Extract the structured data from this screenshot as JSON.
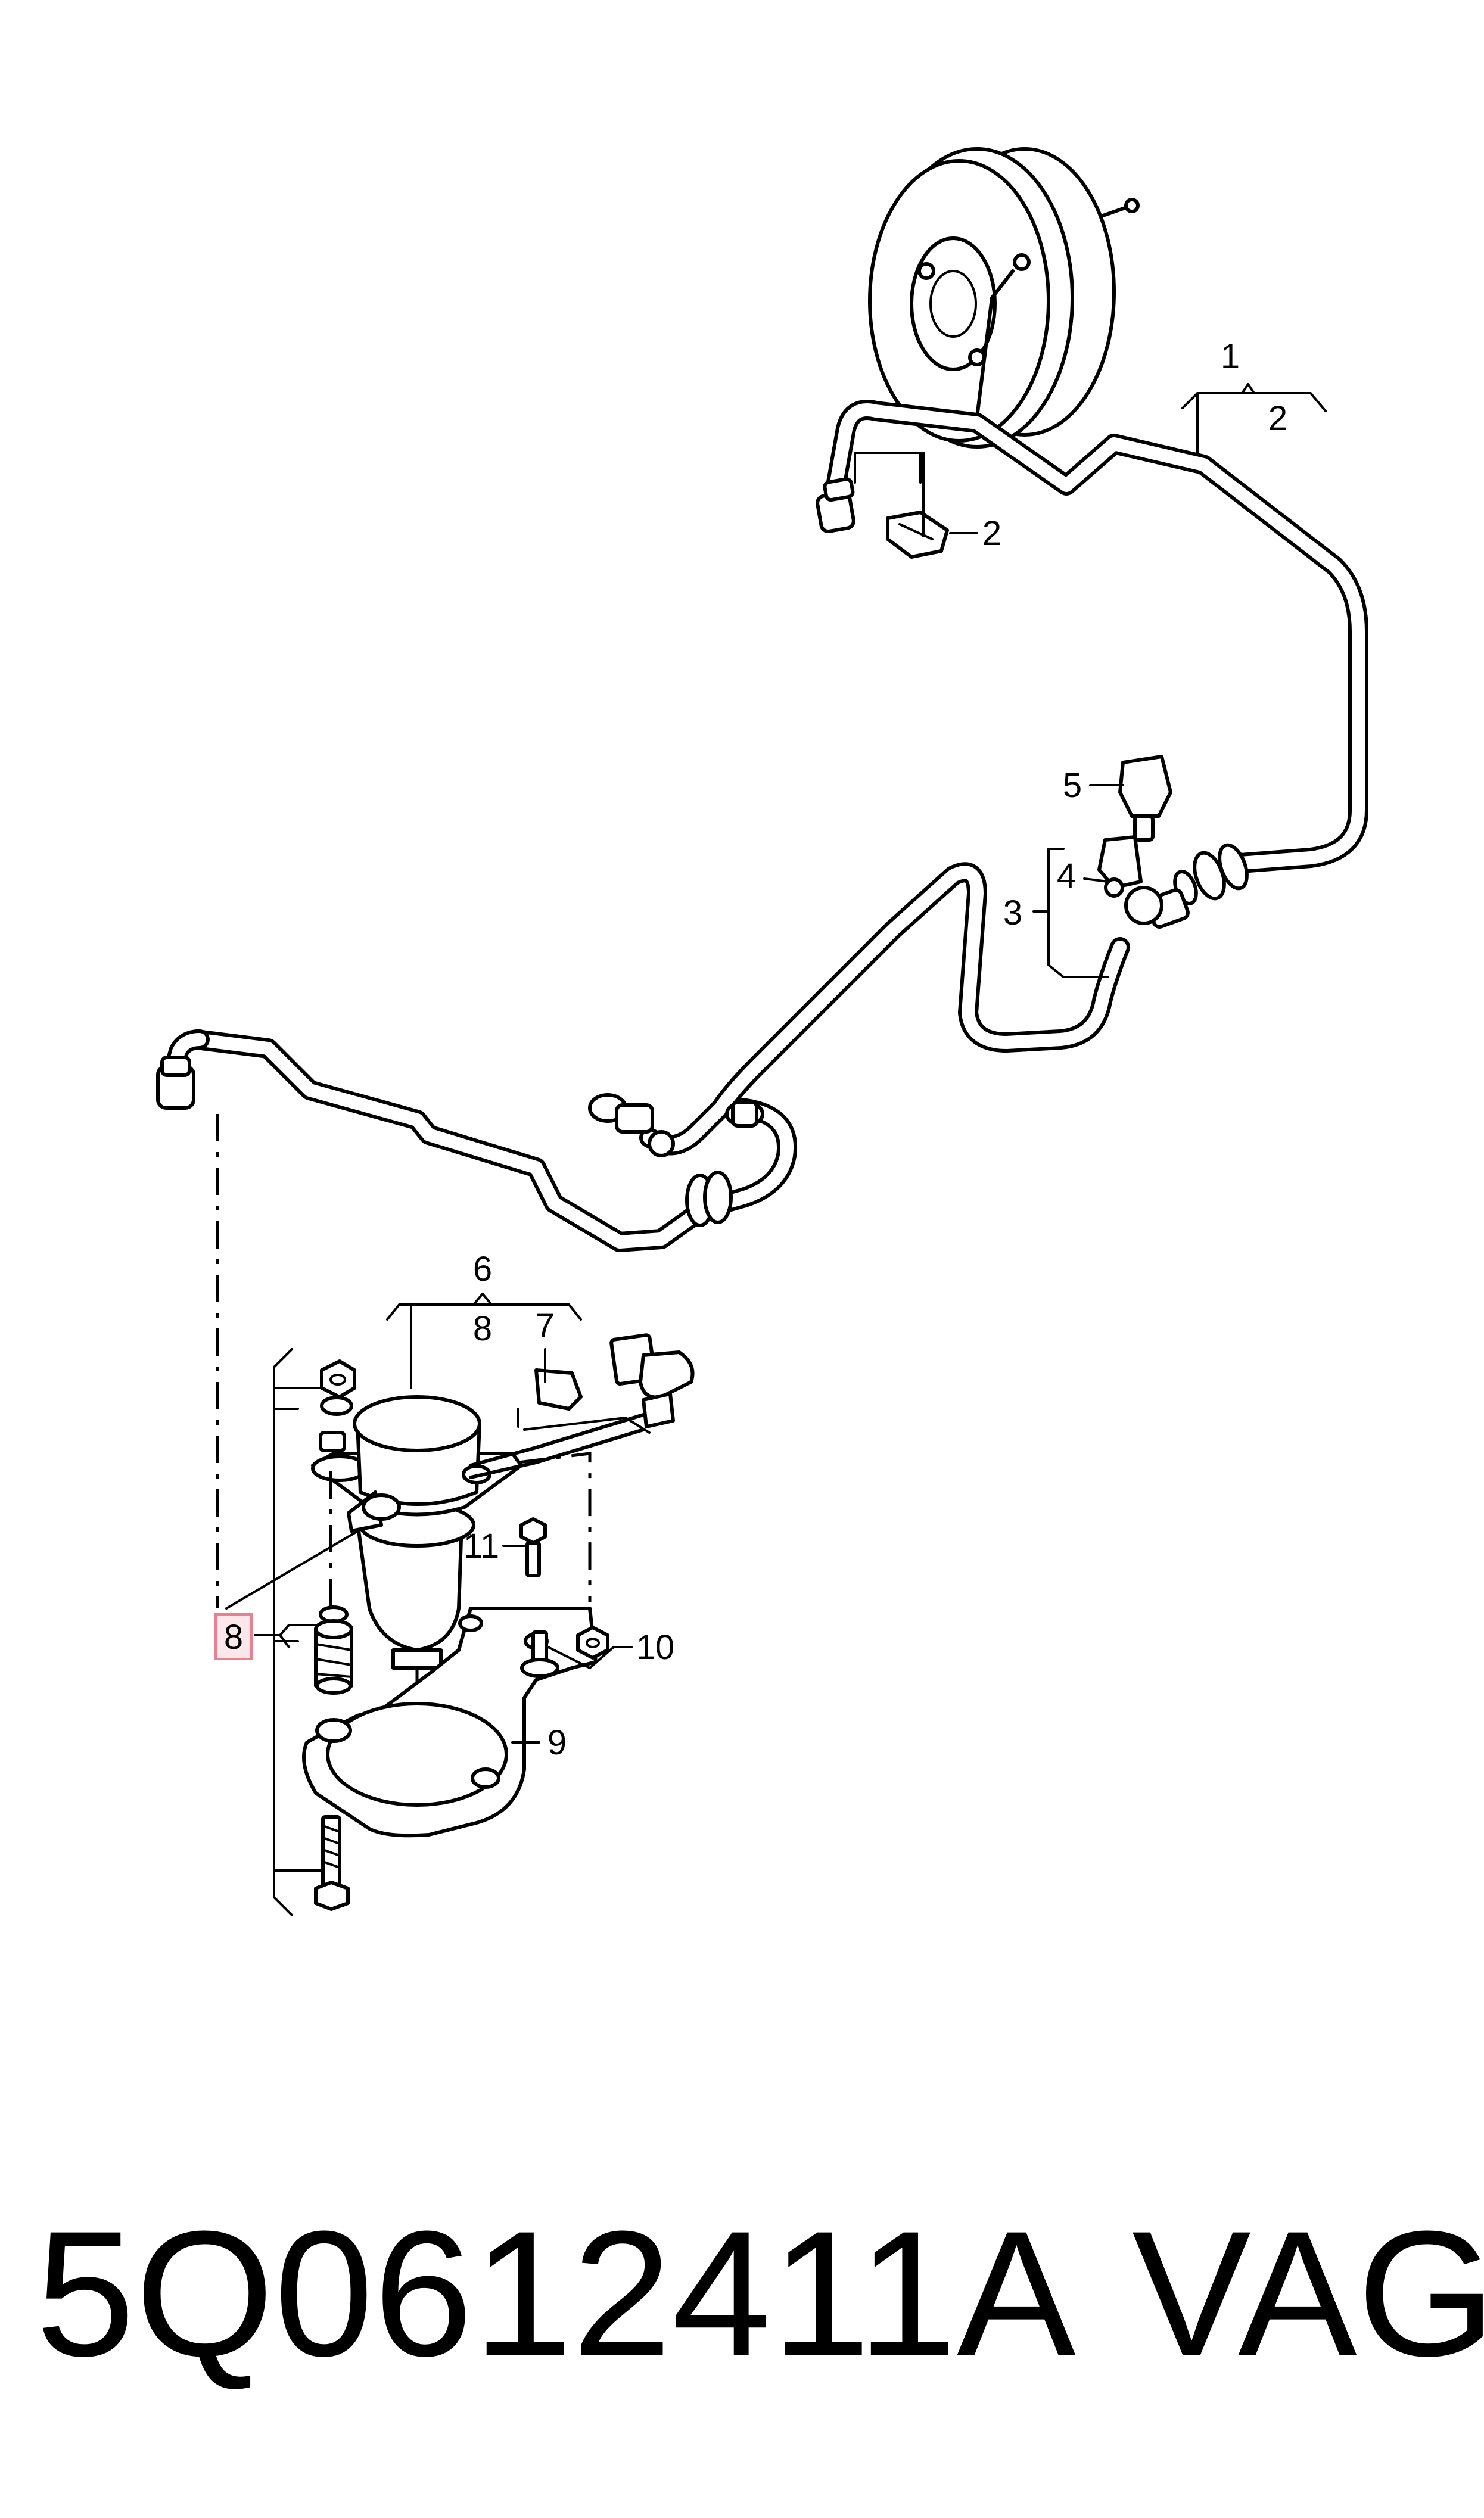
{
  "callouts": {
    "c1": "1",
    "c2_brake_line": "2",
    "c2_clip": "2",
    "c3": "3",
    "c4": "4",
    "c5": "5",
    "c6": "6",
    "c7": "7",
    "c8_top": "8",
    "c8_highlight": "8",
    "c9": "9",
    "c10": "10",
    "c11": "11"
  },
  "footer": {
    "part_number": "5Q0612411A",
    "brand": "VAG"
  },
  "colors": {
    "line": "#000000",
    "background": "#ffffff",
    "highlight_fill": "#fde7ea",
    "highlight_stroke": "#e8808f"
  }
}
